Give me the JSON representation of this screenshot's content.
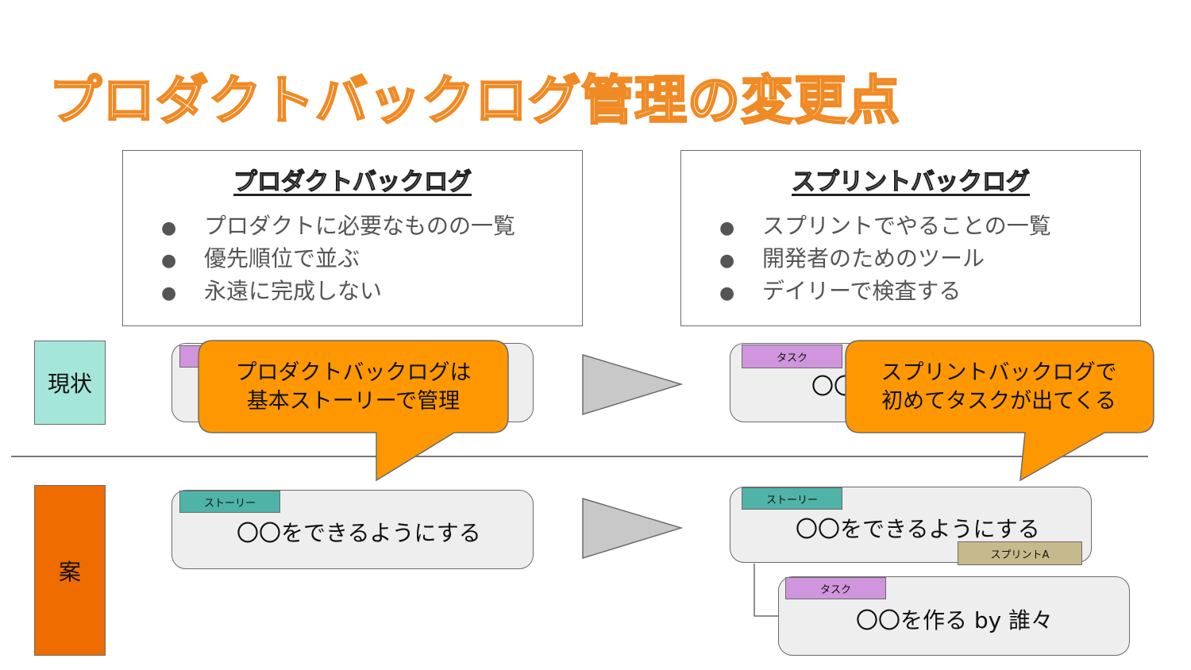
{
  "title": "プロダクトバックログ管理の変更点",
  "product_backlog": {
    "heading": "プロダクトバックログ",
    "items": [
      "プロダクトに必要なものの一覧",
      "優先順位で並ぶ",
      "永遠に完成しない"
    ]
  },
  "sprint_backlog": {
    "heading": "スプリントバックログ",
    "items": [
      "スプリントでやることの一覧",
      "開発者のためのツール",
      "デイリーで検査する"
    ]
  },
  "bullet": "●",
  "rows": {
    "current": "現状",
    "proposal": "案"
  },
  "current": {
    "left_callout": [
      "プロダクトバックログは",
      "基本ストーリーで管理"
    ],
    "right_tag": "タスク",
    "right_card_text": "〇〇",
    "right_callout": [
      "スプリントバックログで",
      "初めてタスクが出てくる"
    ]
  },
  "proposal": {
    "left_tag": "ストーリー",
    "left_card_text": "〇〇をできるようにする",
    "right_story_tag": "ストーリー",
    "right_story_text": "〇〇をできるようにする",
    "sprint_tag": "スプリントA",
    "task_tag": "タスク",
    "task_text": "〇〇を作る by 誰々"
  },
  "colors": {
    "title_orange": "#f08a24",
    "callout_orange": "#ff9800",
    "current_label_bg": "#a4e6da",
    "proposal_label_bg": "#ee6c00",
    "task_purple": "#d095dc",
    "story_teal": "#4fb3a8",
    "sprint_khaki": "#c6b98b",
    "arrow_gray": "#c8c8c8"
  }
}
